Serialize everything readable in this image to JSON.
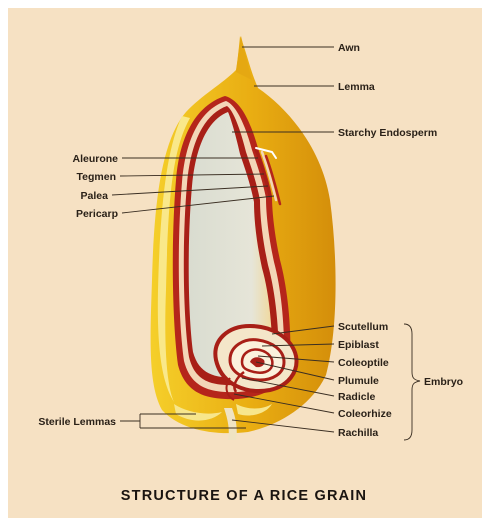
{
  "title": "STRUCTURE OF A RICE GRAIN",
  "labels": {
    "awn": "Awn",
    "lemma": "Lemma",
    "starchy_endosperm": "Starchy Endosperm",
    "aleurone": "Aleurone",
    "tegmen": "Tegmen",
    "palea": "Palea",
    "pericarp": "Pericarp",
    "scutellum": "Scutellum",
    "epiblast": "Epiblast",
    "coleoptile": "Coleoptile",
    "plumule": "Plumule",
    "radicle": "Radicle",
    "coleorhize": "Coleorhize",
    "rachilla": "Rachilla",
    "sterile_lemmas": "Sterile Lemmas",
    "embryo": "Embryo"
  },
  "colors": {
    "background": "#f6e1c3",
    "husk_yellow": "#f2c21a",
    "husk_deep": "#d99a0c",
    "endosperm": "#dfe1d6",
    "seed_coat_red": "#b5251b",
    "embryo_cream": "#fbf2dc"
  }
}
